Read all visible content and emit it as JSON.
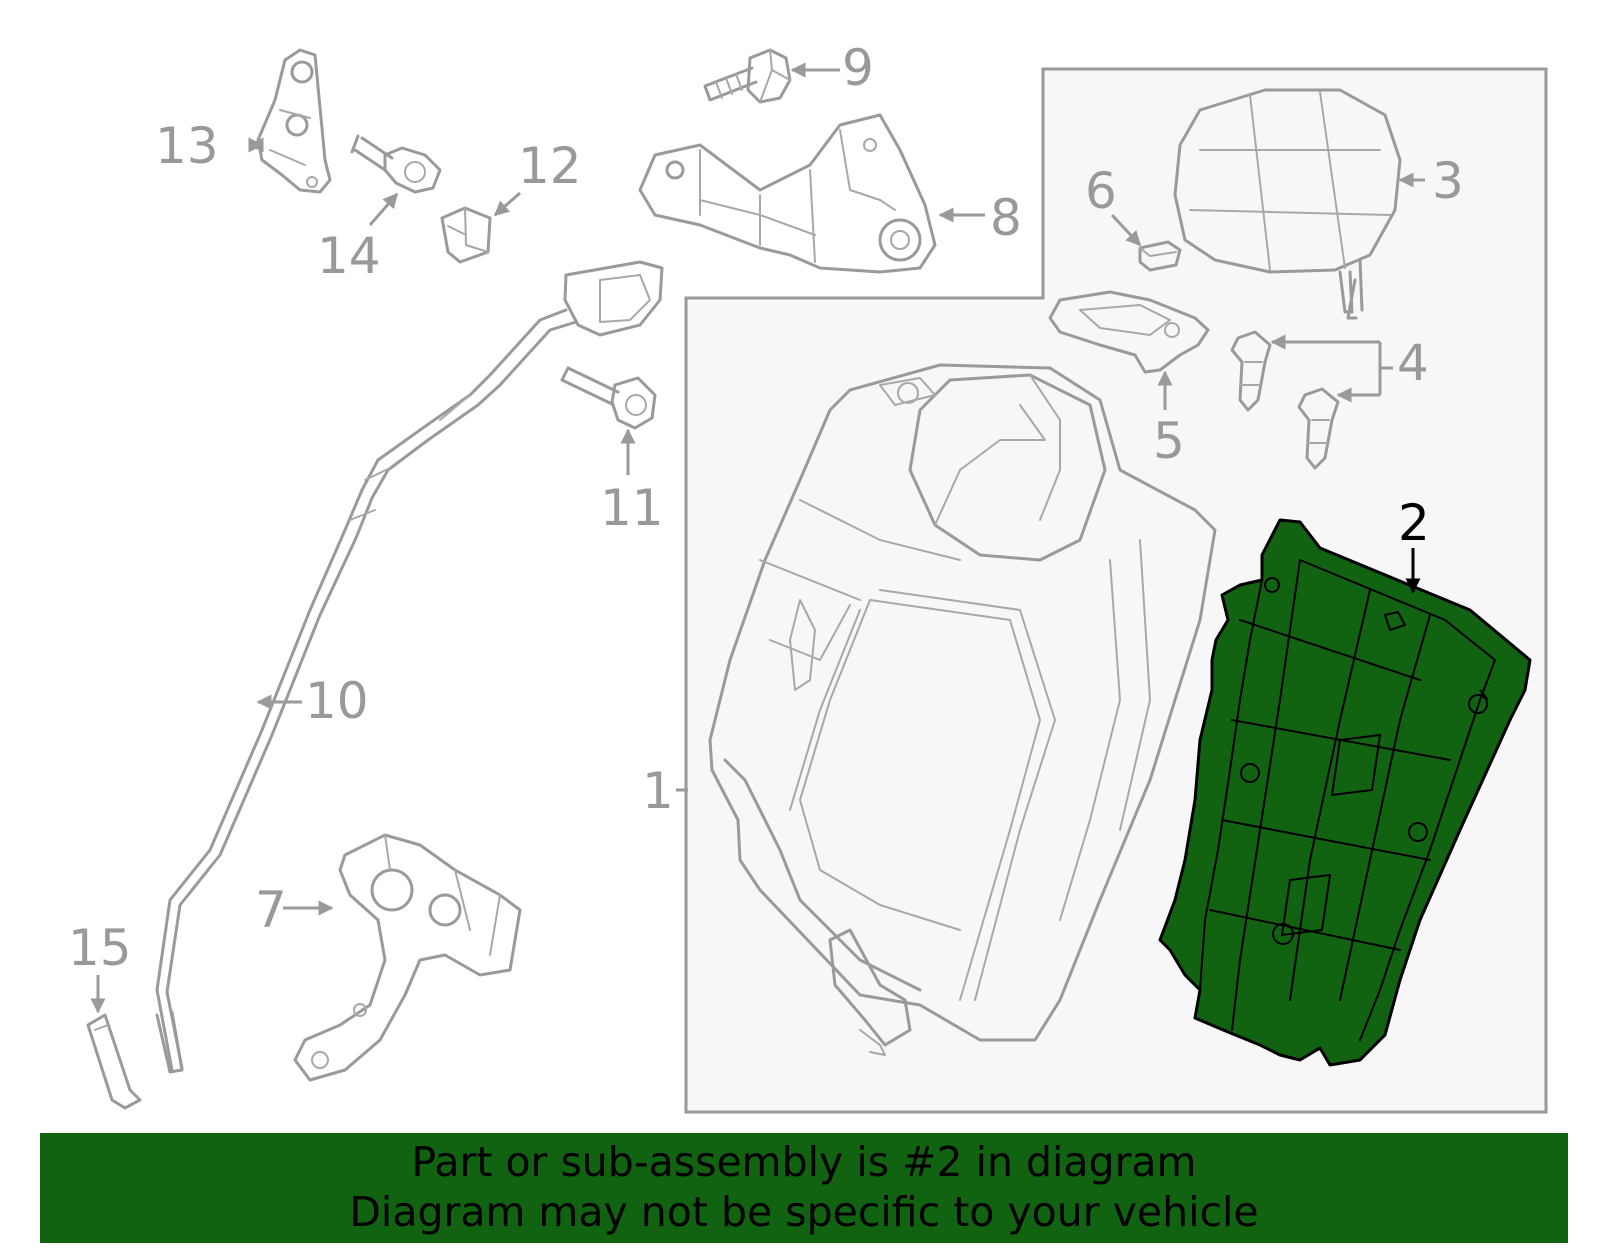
{
  "diagram": {
    "callouts": [
      "1",
      "2",
      "3",
      "4",
      "5",
      "6",
      "7",
      "8",
      "9",
      "10",
      "11",
      "12",
      "13",
      "14",
      "15"
    ],
    "highlighted_part": "2",
    "highlight_color": "#116311",
    "part_line_color": "#9a9a9a",
    "box_fill_color": "#f7f7f7"
  },
  "banner": {
    "line1": "Part or sub-assembly is #2 in diagram",
    "line2": "Diagram may not be specific to your vehicle",
    "background": "#116311"
  }
}
